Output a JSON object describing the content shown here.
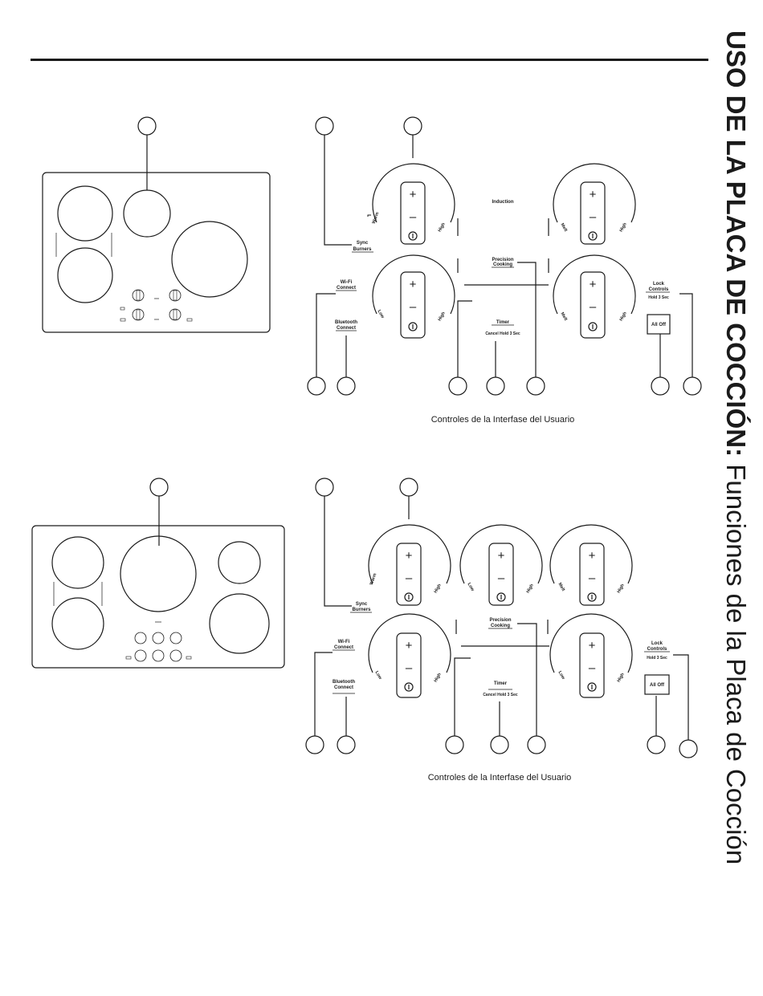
{
  "header": {
    "title_bold": "USO DE LA PLACA DE COCCIÓN:",
    "title_regular": " Funciones de la Placa de Cocción"
  },
  "controls": {
    "plus": "+",
    "minus": "–",
    "power": "I",
    "induction": "Induction",
    "sync": [
      "Sync",
      "Burners"
    ],
    "precision": [
      "Precision",
      "Cooking"
    ],
    "wifi": [
      "Wi-Fi",
      "Connect"
    ],
    "bluetooth": [
      "Bluetooth",
      "Connect"
    ],
    "timer": "Timer",
    "cancel": "Cancel Hold 3 Sec",
    "lock": [
      "Lock",
      "Controls"
    ],
    "hold": "Hold 3 Sec",
    "alloff": "All Off",
    "warm": "Warm",
    "high": "High",
    "low": "Low",
    "melt": "Melt"
  },
  "diagram1": {
    "caption": "Controles de la Interfase del Usuario"
  },
  "diagram2": {
    "caption": "Controles de la Interfase del Usuario"
  }
}
